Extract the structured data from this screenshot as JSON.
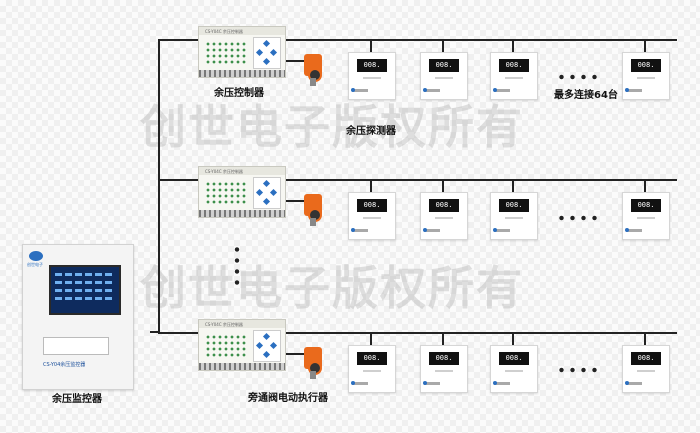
{
  "labels": {
    "monitor": "余压监控器",
    "controller": "余压控制器",
    "detector": "余压探测器",
    "max_connect": "最多连接64台",
    "bypass_actuator": "旁通阀电动执行器"
  },
  "detector_reading": "008.",
  "watermark": "创世电子版权所有",
  "panel_name": "CS-Y04余压监控器",
  "controller_model": "CS-Y04C  余压控制器",
  "brand": "创世电子",
  "colors": {
    "wire": "#222222",
    "valve": "#ea6a1c",
    "brand_blue": "#2b6fc0",
    "screen": "#0e2b5e"
  }
}
